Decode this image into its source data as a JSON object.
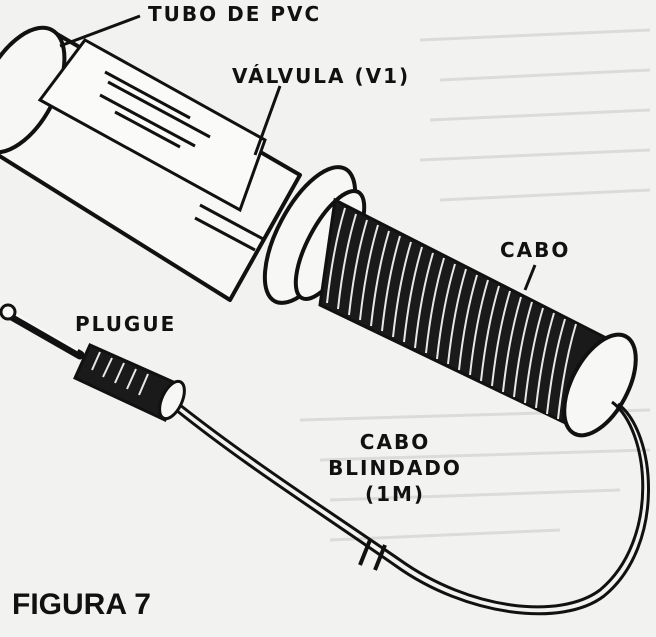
{
  "labels": {
    "tubo": "TUBO DE PVC",
    "valvula": "VÁLVULA (V1)",
    "cabo": "CABO",
    "plugue": "PLUGUE",
    "cabo_blindado_1": "CABO",
    "cabo_blindado_2": "BLINDADO",
    "cabo_blindado_3": "(1M)"
  },
  "figure": {
    "caption": "FIGURA 7"
  },
  "colors": {
    "ink": "#111111",
    "paper": "#f2f2f0"
  }
}
